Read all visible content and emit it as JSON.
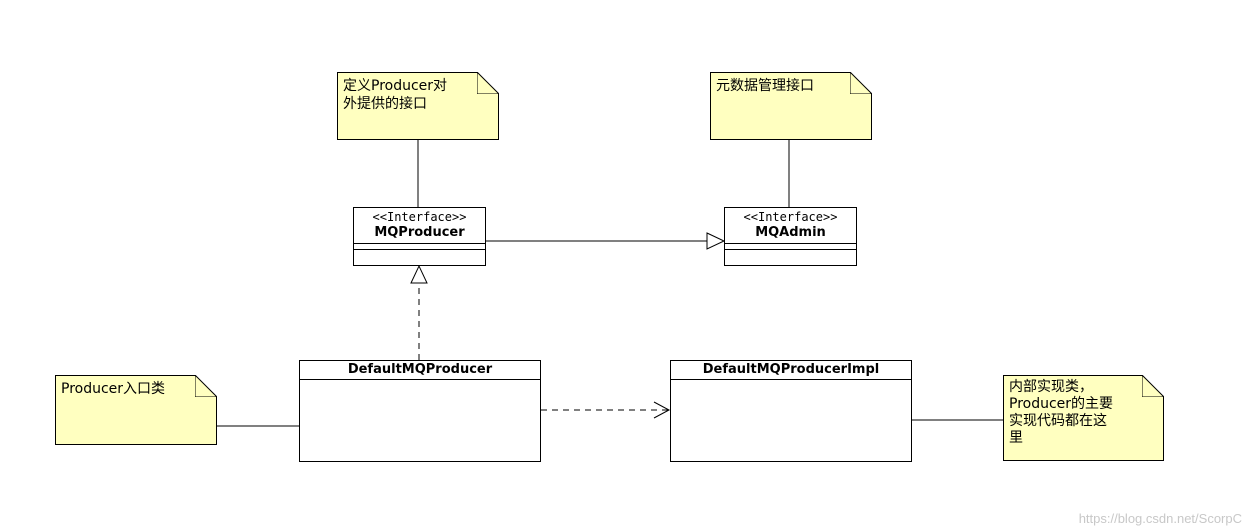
{
  "notes": {
    "producer_api": "定义Producer对\n外提供的接口",
    "admin_api": "元数据管理接口",
    "producer_entry": "Producer入口类",
    "impl_desc": "内部实现类，\nProducer的主要\n实现代码都在这\n里"
  },
  "classes": {
    "mqproducer": {
      "stereotype": "<<Interface>>",
      "name": "MQProducer"
    },
    "mqadmin": {
      "stereotype": "<<Interface>>",
      "name": "MQAdmin"
    },
    "default_producer": {
      "name": "DefaultMQProducer"
    },
    "default_producer_impl": {
      "name": "DefaultMQProducerImpl"
    }
  },
  "watermark": "https://blog.csdn.net/ScorpC"
}
